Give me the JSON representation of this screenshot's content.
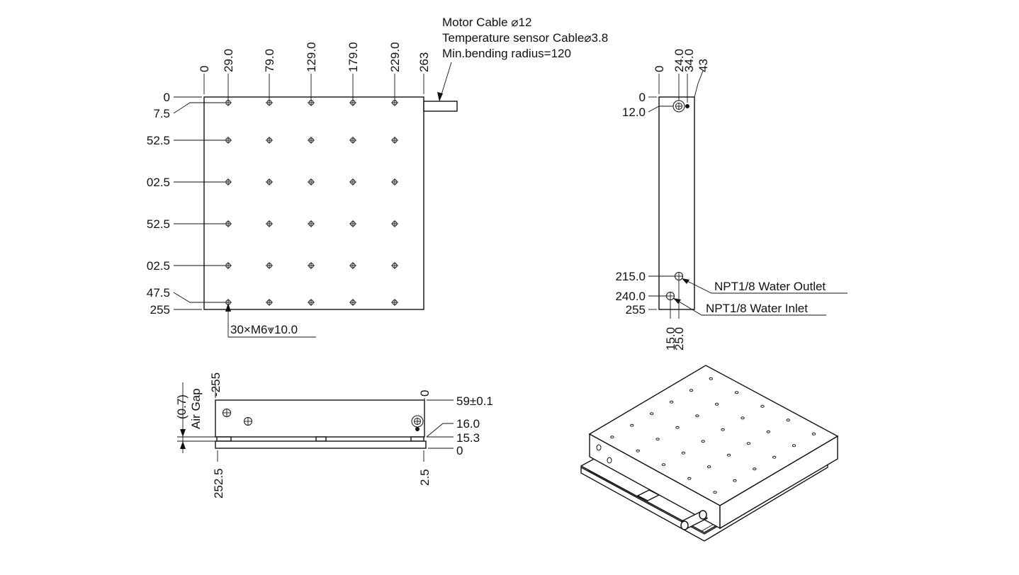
{
  "top_view": {
    "col_labels": [
      "0",
      "29.0",
      "79.0",
      "129.0",
      "179.0",
      "229.0",
      "263"
    ],
    "row_labels": [
      "0",
      "7.5",
      "52.5",
      "02.5",
      "52.5",
      "02.5",
      "47.5",
      "255"
    ],
    "hole_callout": "30×M6⩔10.0",
    "cable_note": [
      "Motor Cable ⌀12",
      "Temperature sensor Cable⌀3.8",
      "Min.bending radius=120"
    ]
  },
  "side_view": {
    "col_labels": [
      "0",
      "24.0",
      "34.0",
      "43"
    ],
    "row_labels": [
      "0",
      "12.0",
      "215.0",
      "240.0",
      "255"
    ],
    "bottom_labels": [
      "15.0",
      "25.0"
    ],
    "outlet_label": "NPT1/8 Water Outlet",
    "inlet_label": "NPT1/8 Water Inlet"
  },
  "front_view": {
    "left_label": "-255",
    "right_label": "0",
    "gap_value": "(0.7)",
    "gap_label": "Air Gap",
    "height_labels": [
      "59±0.1",
      "16.0",
      "15.3",
      "0"
    ],
    "bottom_labels": [
      "252.5",
      "2.5"
    ]
  },
  "colors": {
    "line": "#111111",
    "background": "#ffffff"
  }
}
